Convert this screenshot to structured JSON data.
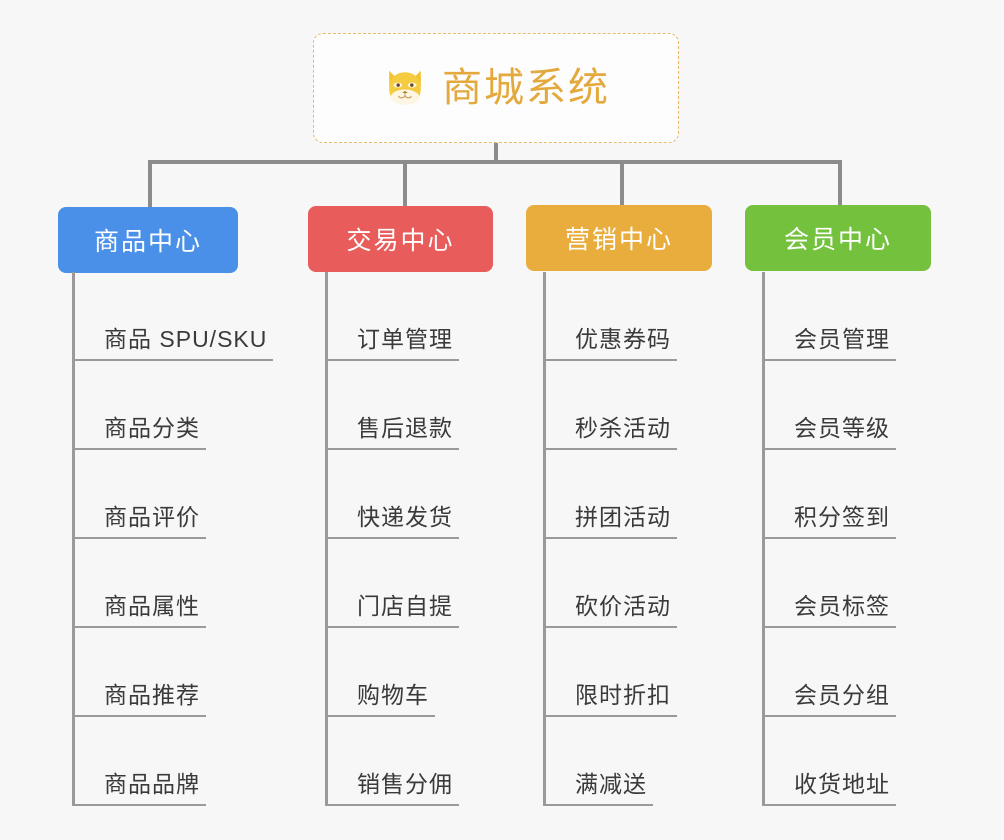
{
  "page": {
    "background_color": "#f7f7f7",
    "title": "商城系统"
  },
  "root": {
    "label": "商城系统",
    "icon": "dog-face-icon",
    "text_color": "#e3a93c",
    "border_color": "#e8b96b",
    "background_color": "#fdfdfd"
  },
  "connector_color": "#8c8c8c",
  "columns": [
    {
      "id": "product-center",
      "label": "商品中心",
      "color": "#4a90e8",
      "items": [
        "商品 SPU/SKU",
        "商品分类",
        "商品评价",
        "商品属性",
        "商品推荐",
        "商品品牌"
      ]
    },
    {
      "id": "trade-center",
      "label": "交易中心",
      "color": "#e85c5c",
      "items": [
        "订单管理",
        "售后退款",
        "快递发货",
        "门店自提",
        "购物车",
        "销售分佣"
      ]
    },
    {
      "id": "marketing-center",
      "label": "营销中心",
      "color": "#e9ad3e",
      "items": [
        "优惠券码",
        "秒杀活动",
        "拼团活动",
        "砍价活动",
        "限时折扣",
        "满减送"
      ]
    },
    {
      "id": "member-center",
      "label": "会员中心",
      "color": "#73c13d",
      "items": [
        "会员管理",
        "会员等级",
        "积分签到",
        "会员标签",
        "会员分组",
        "收货地址"
      ]
    }
  ]
}
